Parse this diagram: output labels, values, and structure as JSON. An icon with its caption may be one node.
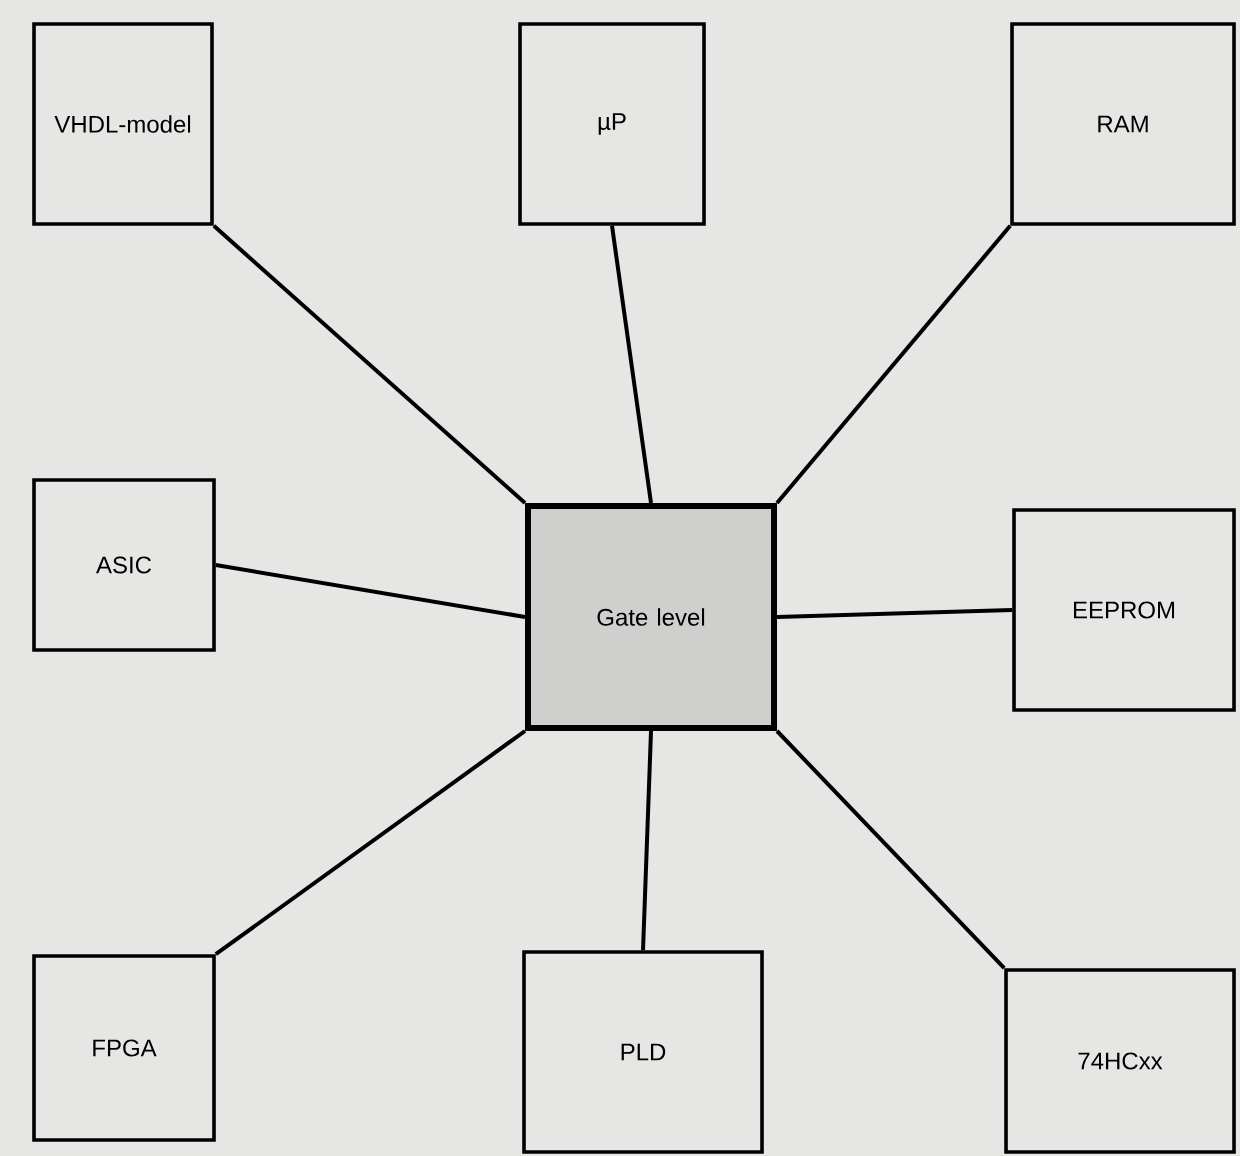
{
  "diagram": {
    "nodes": [
      {
        "text": [
          "VHDL-model"
        ]
      },
      {
        "text": [
          "µP"
        ]
      },
      {
        "text": [
          "RAM"
        ]
      },
      {
        "text": [
          "ASIC"
        ]
      },
      {
        "text": [
          "Gate level"
        ]
      },
      {
        "text": [
          "EEPROM"
        ]
      },
      {
        "text": [
          "FPGA"
        ]
      },
      {
        "text": [
          "PLD"
        ]
      },
      {
        "text": [
          "74HCxx"
        ]
      }
    ],
    "edges": [
      {
        "from": 4,
        "to": 0,
        "arrow": "none"
      },
      {
        "from": 4,
        "to": 1,
        "arrow": "none"
      },
      {
        "from": 4,
        "to": 2,
        "arrow": "none"
      },
      {
        "from": 4,
        "to": 3,
        "arrow": "none"
      },
      {
        "from": 4,
        "to": 5,
        "arrow": "none"
      },
      {
        "from": 4,
        "to": 6,
        "arrow": "none"
      },
      {
        "from": 4,
        "to": 7,
        "arrow": "none"
      },
      {
        "from": 4,
        "to": 8,
        "arrow": "none"
      }
    ]
  }
}
